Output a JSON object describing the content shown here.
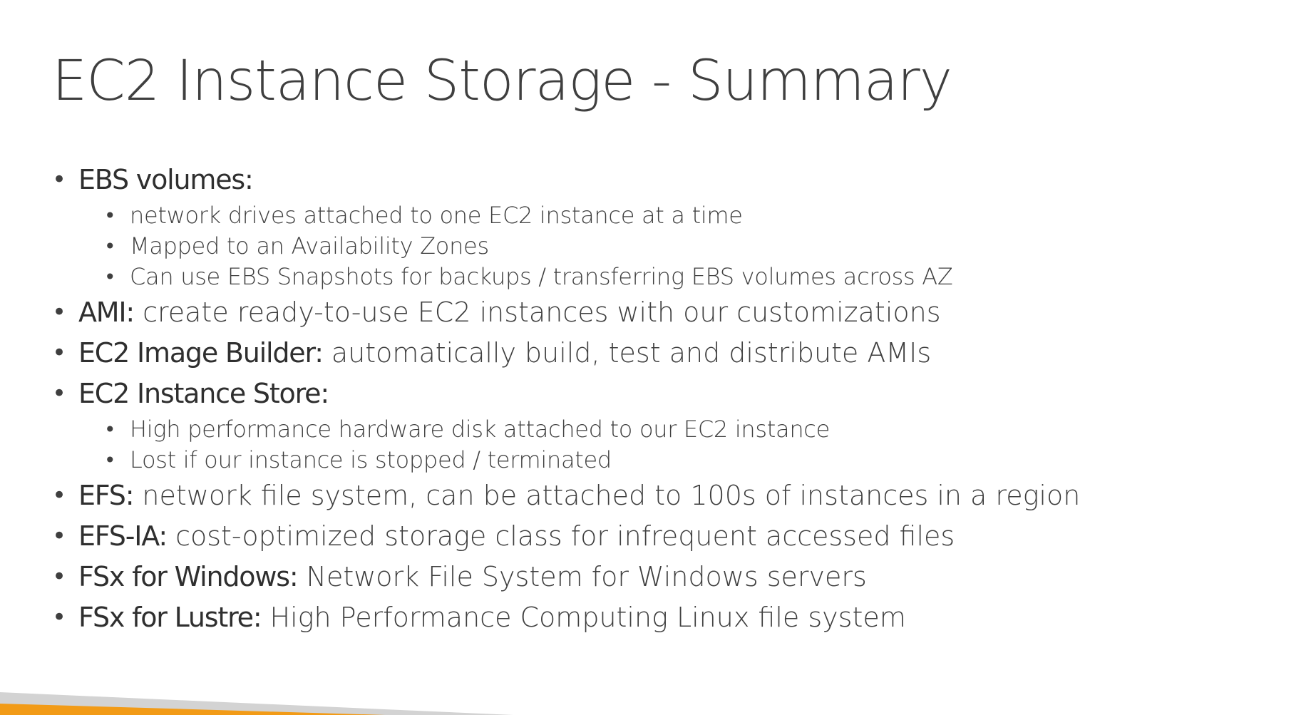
{
  "slide": {
    "title": "EC2 Instance Storage - Summary",
    "sections": [
      {
        "lead": "EBS volumes:",
        "text": "",
        "sub": [
          "network drives attached to one EC2 instance at a time",
          "Mapped to an Availability Zones",
          "Can use EBS Snapshots for backups / transferring EBS volumes across AZ"
        ]
      },
      {
        "lead": "AMI:",
        "text": " create ready-to-use EC2 instances with our customizations",
        "sub": []
      },
      {
        "lead": "EC2 Image Builder:",
        "text": " automatically build, test and distribute AMIs",
        "sub": []
      },
      {
        "lead": "EC2 Instance Store:",
        "text": "",
        "sub": [
          "High performance hardware disk attached to our EC2 instance",
          "Lost if our instance is stopped / terminated"
        ]
      },
      {
        "lead": "EFS:",
        "text": " network file system, can be attached to 100s of instances in a region",
        "sub": []
      },
      {
        "lead": "EFS-IA:",
        "text": " cost-optimized storage class for infrequent accessed files",
        "sub": []
      },
      {
        "lead": "FSx for Windows:",
        "text": " Network File System for Windows servers",
        "sub": []
      },
      {
        "lead": "FSx for Lustre:",
        "text": " High Performance Computing Linux file system",
        "sub": []
      }
    ]
  },
  "colors": {
    "accent_orange": "#F29B17",
    "accent_gray": "#D3D3D3",
    "text": "#3F3F3F"
  }
}
